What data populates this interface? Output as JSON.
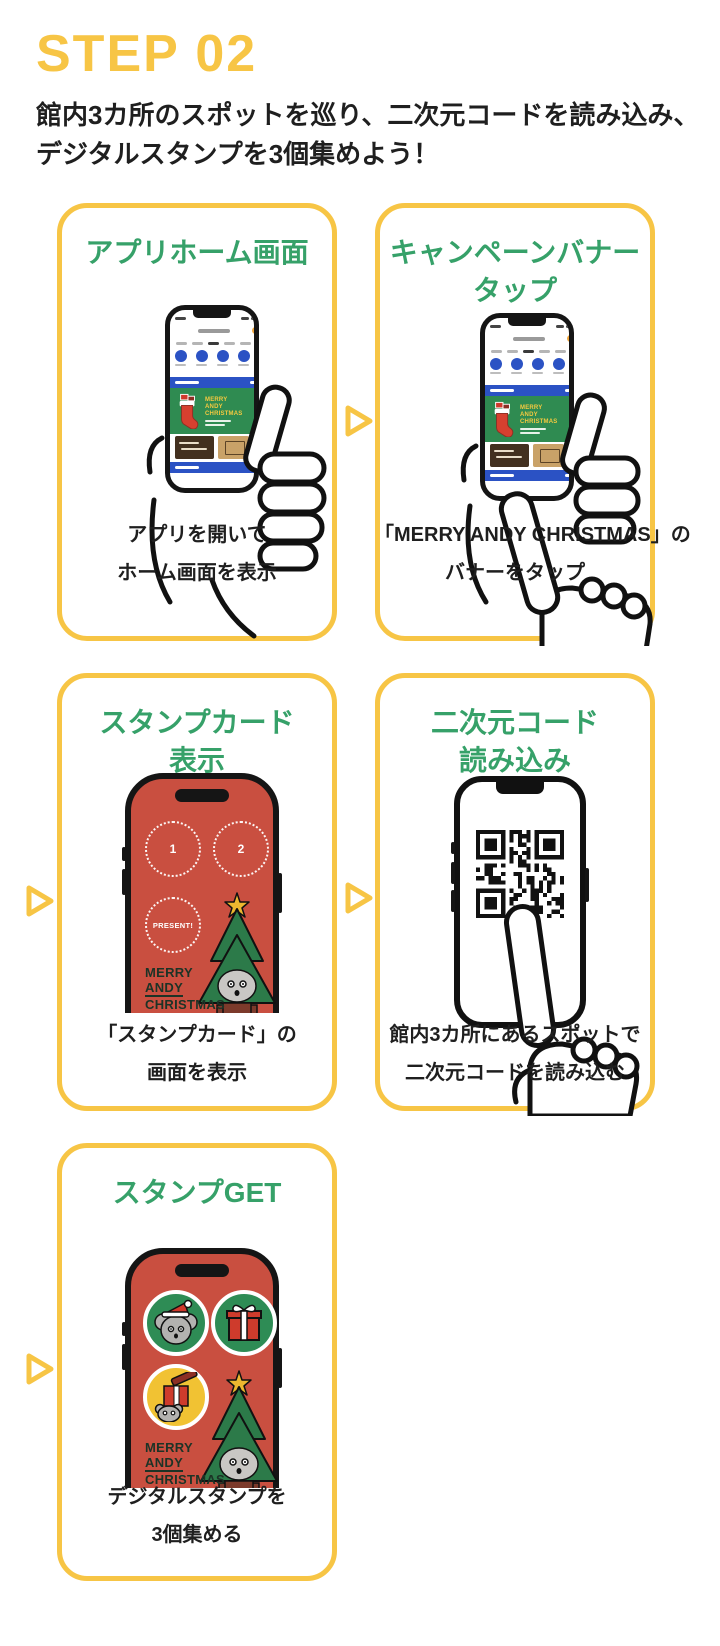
{
  "colors": {
    "accent_yellow": "#F7C545",
    "title_green": "#36A169",
    "text_ink": "#1F1F1F",
    "phone_screen_red": "#C94F40",
    "app_blue": "#2B52C4",
    "banner_green": "#2F8B51",
    "stamp_green": "#2E8C55",
    "stamp_yellow": "#F1C233"
  },
  "icons": {
    "flow_arrow": "triangle-right-outline",
    "hands": "hand-holding-phone / pointing-finger"
  },
  "header": {
    "step_label": "STEP 02",
    "description_line1": "館内3カ所のスポットを巡り、二次元コードを読み込み、",
    "description_line2": "デジタルスタンプを3個集めよう！"
  },
  "cards": [
    {
      "title_line1": "アプリホーム画面",
      "title_line2": "",
      "caption_line1": "アプリを開いて",
      "caption_line2": "ホーム画面を表示"
    },
    {
      "title_line1": "キャンペーンバナー",
      "title_line2": "タップ",
      "caption_line1": "「MERRY ANDY CHRISTMAS」の",
      "caption_line2": "バナーをタップ"
    },
    {
      "title_line1": "スタンプカード",
      "title_line2": "表示",
      "caption_line1": "「スタンプカード」の",
      "caption_line2": "画面を表示"
    },
    {
      "title_line1": "二次元コード",
      "title_line2": "読み込み",
      "caption_line1": "館内3カ所にあるスポットで",
      "caption_line2": "二次元コードを読み込む"
    },
    {
      "title_line1": "スタンプGET",
      "title_line2": "",
      "caption_line1": "デジタルスタンプを",
      "caption_line2": "3個集める"
    }
  ],
  "banner_logo": {
    "line1": "MERRY",
    "line2": "ANDY",
    "line3": "CHRISTMAS"
  },
  "stamp_card_screen": {
    "stamp_1_label": "1",
    "stamp_2_label": "2",
    "stamp_3_label": "PRESENT!",
    "logo_line1": "MERRY",
    "logo_line2": "ANDY",
    "logo_line3": "CHRISTMAS"
  }
}
